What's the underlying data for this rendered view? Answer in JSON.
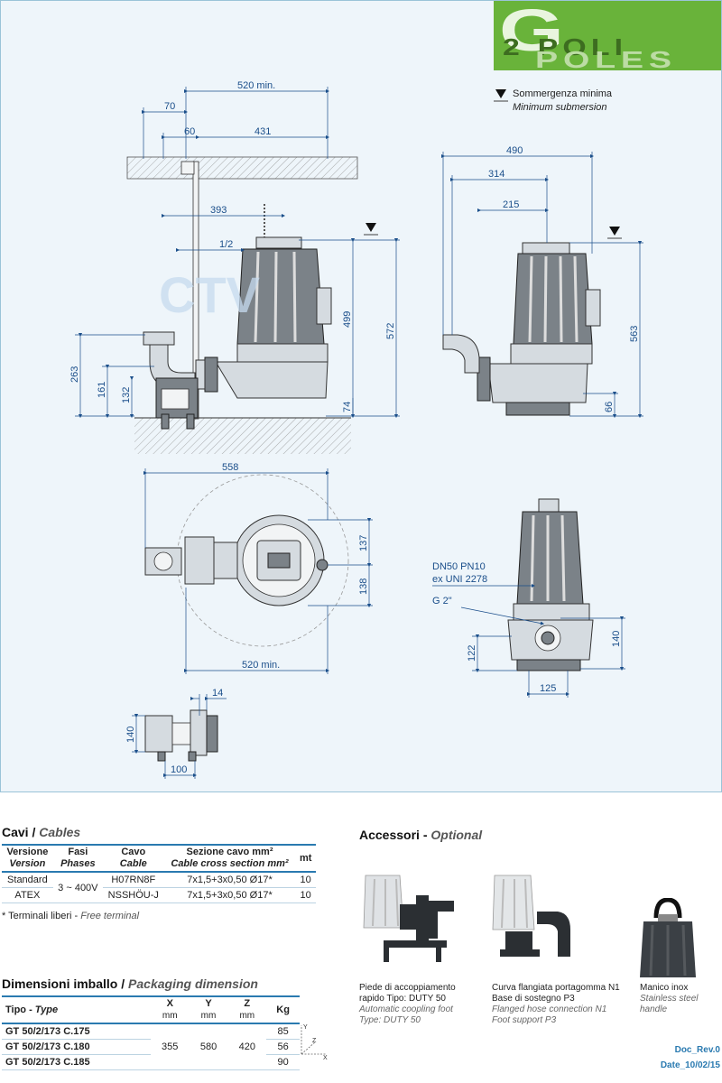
{
  "logo": {
    "letter": "G",
    "line1": "2 POLI",
    "line2": "POLES"
  },
  "submergence": {
    "it": "Sommergenza minima",
    "en": "Minimum submersion"
  },
  "dims": {
    "d520min_top": "520 min.",
    "d70": "70",
    "d60": "60",
    "d431": "431",
    "d393": "393",
    "d1_2": "1/2",
    "d499": "499",
    "d572": "572",
    "d263": "263",
    "d161": "161",
    "d132": "132",
    "d74": "74",
    "d490": "490",
    "d314": "314",
    "d215": "215",
    "d563": "563",
    "d66": "66",
    "d558": "558",
    "d137": "137",
    "d138": "138",
    "d520min_bottom": "520 min.",
    "d14": "14",
    "d140_left": "140",
    "d100": "100",
    "d140_right": "140",
    "d122": "122",
    "d125": "125"
  },
  "flange": {
    "l1": "DN50 PN10",
    "l2": "ex UNI 2278",
    "l3": "G 2\""
  },
  "axes": {
    "y": "Y",
    "z": "Z",
    "x": "X"
  },
  "cables": {
    "title": "Cavi / ",
    "title_en": "Cables",
    "headers": [
      {
        "it": "Versione",
        "en": "Version"
      },
      {
        "it": "Fasi",
        "en": "Phases"
      },
      {
        "it": "Cavo",
        "en": "Cable"
      },
      {
        "it": "Sezione cavo mm²",
        "en": "Cable cross section mm²"
      },
      {
        "it": "mt",
        "en": ""
      }
    ],
    "rows": [
      {
        "version": "Standard",
        "phases": "3 ~ 400V",
        "cable": "H07RN8F",
        "section": "7x1,5+3x0,50 Ø17*",
        "mt": "10"
      },
      {
        "version": "ATEX",
        "cable": "NSSHÖU-J",
        "section": "7x1,5+3x0,50 Ø17*",
        "mt": "10"
      }
    ],
    "note": "* Terminali liberi - ",
    "note_en": "Free terminal"
  },
  "packaging": {
    "title": "Dimensioni imballo / ",
    "title_en": "Packaging dimension",
    "headers": {
      "type": "Tipo - ",
      "type_en": "Type",
      "x": "X",
      "y": "Y",
      "z": "Z",
      "unit": "mm",
      "kg": "Kg"
    },
    "rows": [
      {
        "type": "GT 50/2/173 C.175",
        "kg": "85"
      },
      {
        "type": "GT 50/2/173 C.180",
        "kg": "56"
      },
      {
        "type": "GT 50/2/173 C.185",
        "kg": "90"
      }
    ],
    "x": "355",
    "y": "580",
    "z": "420"
  },
  "accessories": {
    "title": "Accessori - ",
    "title_en": "Optional",
    "items": [
      {
        "it": "Piede di accoppiamento rapido Tipo: DUTY 50",
        "en1": "Automatic coopling foot",
        "en2": "Type: DUTY 50"
      },
      {
        "it": "Curva flangiata portagomma N1 Base di sostegno P3",
        "en1": "Flanged hose connection N1",
        "en2": "Foot support P3"
      },
      {
        "it": "Manico inox",
        "en1": "Stainless steel handle",
        "en2": ""
      }
    ]
  },
  "doc": {
    "rev": "Doc_Rev.0",
    "date": "Date_10/02/15"
  }
}
